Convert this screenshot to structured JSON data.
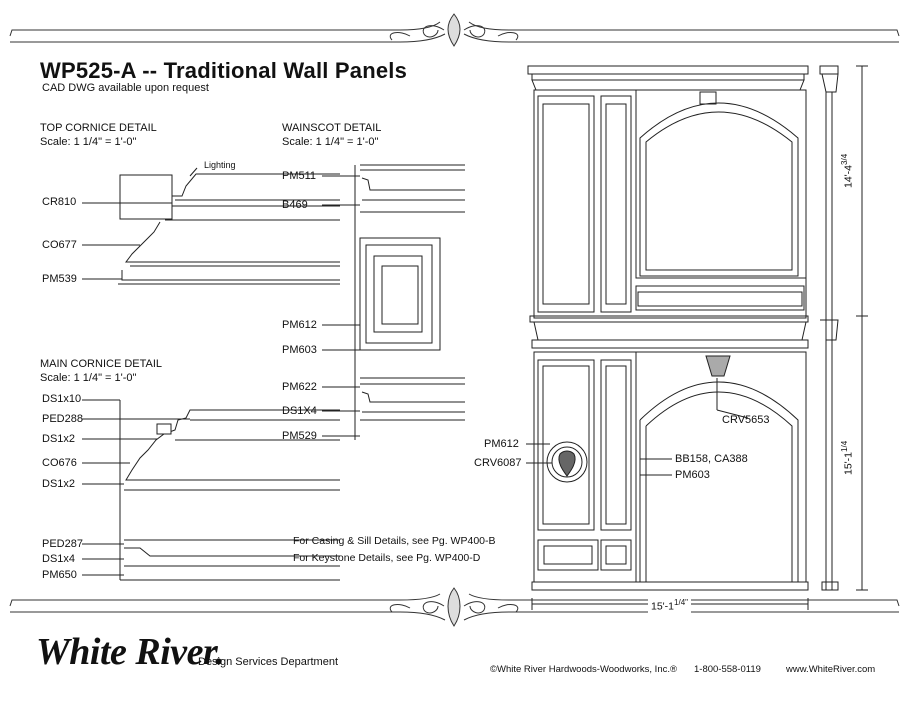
{
  "header": {
    "title": "WP525-A -- Traditional Wall Panels",
    "subtitle": "CAD DWG available upon request"
  },
  "top_cornice": {
    "title": "TOP CORNICE DETAIL",
    "scale": "Scale: 1 1/4\" = 1'-0\"",
    "callout": "Lighting",
    "labels": [
      "CR810",
      "CO677",
      "PM539"
    ]
  },
  "main_cornice": {
    "title": "MAIN CORNICE DETAIL",
    "scale": "Scale: 1 1/4\" = 1'-0\"",
    "labels": [
      "DS1x10",
      "PED288",
      "DS1x2",
      "CO676",
      "DS1x2",
      "PED287",
      "DS1x4",
      "PM650"
    ]
  },
  "wainscot": {
    "title": "WAINSCOT DETAIL",
    "scale": "Scale: 1 1/4\" = 1'-0\"",
    "labels": [
      "PM511",
      "B469",
      "PM612",
      "PM603",
      "PM622",
      "DS1X4",
      "PM529"
    ]
  },
  "notes": {
    "casing": "For Casing & Sill Details, see Pg. WP400-B",
    "keystone": "For Keystone Details, see Pg. WP400-D"
  },
  "elevation": {
    "labels": {
      "crv5653": "CRV5653",
      "pm612": "PM612",
      "crv6087": "CRV6087",
      "bb158": "BB158, CA388",
      "pm603": "PM603"
    },
    "dimensions": {
      "upper_height": "14'-4",
      "upper_frac": "3/4",
      "lower_height": "15'-1",
      "lower_frac": "1/4",
      "width": "15'-1",
      "width_frac": "1/4\""
    }
  },
  "footer": {
    "logo": "White River.",
    "department": "Design Services Department",
    "copyright": "©White River Hardwoods-Woodworks, Inc.®",
    "phone": "1-800-558-0119",
    "website": "www.WhiteRiver.com"
  }
}
